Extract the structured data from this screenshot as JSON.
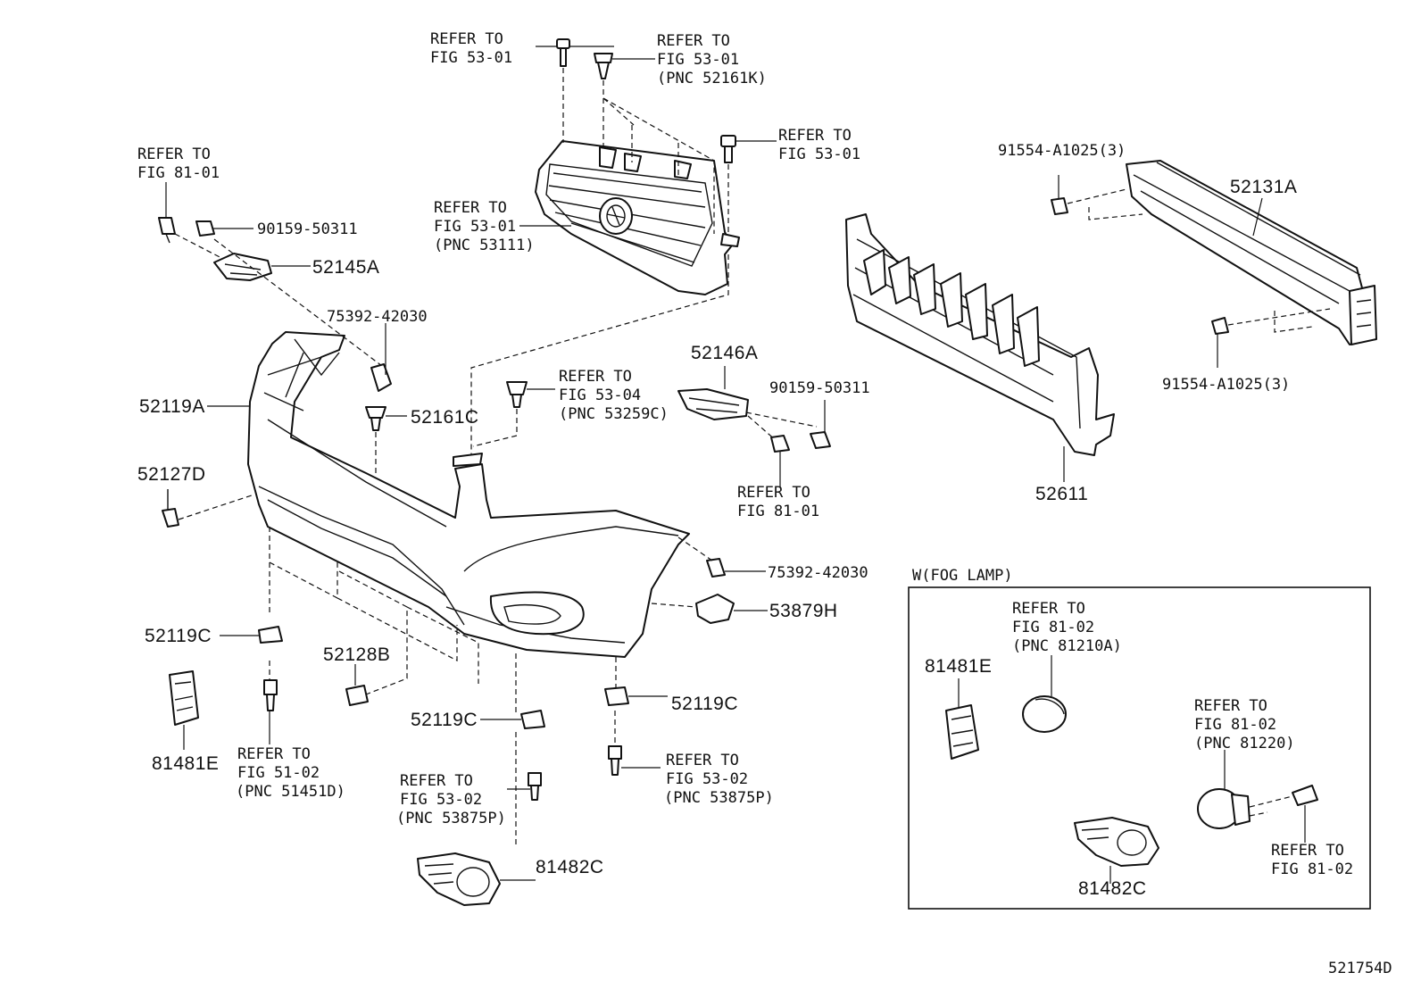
{
  "diagram_code": "521754D",
  "fog_lamp_box_title": "W(FOG LAMP)",
  "refs": {
    "grille_top_left": [
      "REFER TO",
      "FIG 53-01"
    ],
    "grille_top_clip": [
      "REFER TO",
      "FIG 53-01",
      "(PNC 52161K)"
    ],
    "grille_right": [
      "REFER TO",
      "FIG 53-01"
    ],
    "grille_left": [
      "REFER TO",
      "FIG 53-01",
      "(PNC 53111)"
    ],
    "bolt_top_left": [
      "REFER TO",
      "FIG 81-01"
    ],
    "clip_center": [
      "REFER TO",
      "FIG 53-04",
      "(PNC 53259C)"
    ],
    "bolt_center_right": [
      "REFER TO",
      "FIG 81-01"
    ],
    "bolt_bottom_left": [
      "REFER TO",
      "FIG 51-02",
      "(PNC 51451D)"
    ],
    "bolt_bottom_center": [
      "REFER TO",
      "FIG 53-02",
      "(PNC 53875P)"
    ],
    "bolt_bottom_right": [
      "REFER TO",
      "FIG 53-02",
      "(PNC 53875P)"
    ],
    "fog_lamp_cover": [
      "REFER TO",
      "FIG 81-02",
      "(PNC 81210A)"
    ],
    "fog_lamp_unit": [
      "REFER TO",
      "FIG 81-02",
      "(PNC 81220)"
    ],
    "fog_lamp_screw": [
      "REFER TO",
      "FIG 81-02"
    ]
  },
  "parts": {
    "p90159_left": "90159-50311",
    "p52145A": "52145A",
    "p75392_top": "75392-42030",
    "p52119A": "52119A",
    "p52161C": "52161C",
    "p52127D": "52127D",
    "p52146A": "52146A",
    "p90159_right": "90159-50311",
    "p75392_right": "75392-42030",
    "p53879H": "53879H",
    "p52119C_left": "52119C",
    "p52128B": "52128B",
    "p81481E_left": "81481E",
    "p52119C_center": "52119C",
    "p52119C_right": "52119C",
    "p81482C_main": "81482C",
    "p91554_top": "91554-A1025(3)",
    "p52131A": "52131A",
    "p91554_bottom": "91554-A1025(3)",
    "p52611": "52611",
    "p81481E_fog": "81481E",
    "p81482C_fog": "81482C"
  }
}
